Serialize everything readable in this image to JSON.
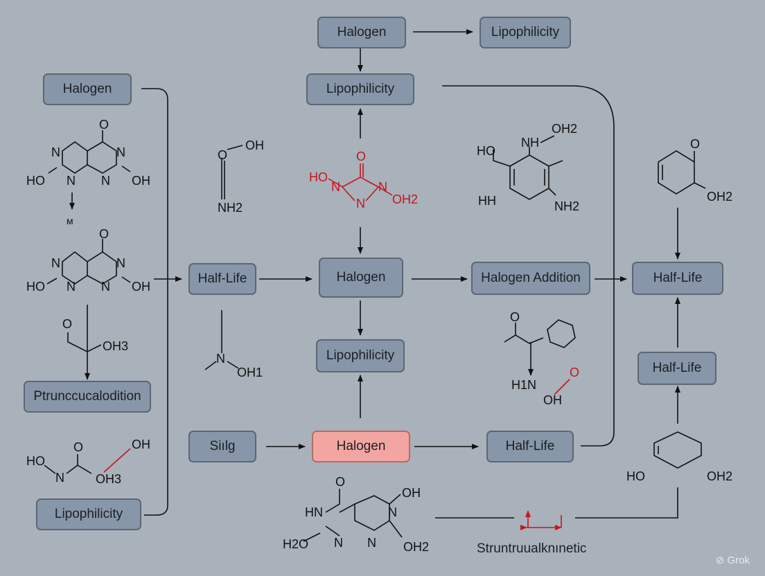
{
  "nodes": {
    "n_top_halogen": "Halogen",
    "n_top_lipo": "Lipophilicity",
    "n_lipo_2": "Lipophilicity",
    "n_left_halogen": "Halogen",
    "n_halflife_left": "Half-Life",
    "n_center_halogen": "Halogen",
    "n_halogen_addition": "Halogen Addition",
    "n_halflife_right": "Half-Life",
    "n_lipo_center": "Lipophilicity",
    "n_halflife_mid_right": "Half-Life",
    "n_left_bottom_box": "Ptrunccucalodition",
    "n_siilg": "Siılg",
    "n_halogen_highlight": "Halogen",
    "n_halflife_bottom": "Half-Life",
    "n_lipo_bottom_left": "Lipophilicity"
  },
  "caption": "Struntruualknınetic",
  "watermark": "Grok",
  "molecule_labels": {
    "m1": [
      "O",
      "N",
      "N",
      "HO",
      "N",
      "N",
      "OH"
    ],
    "m1_tag": "м",
    "m2": [
      "O",
      "N",
      "N",
      "HO",
      "N",
      "N",
      "OH"
    ],
    "m3": [
      "O",
      "OH3"
    ],
    "m4": [
      "HO",
      "N",
      "O",
      "OH",
      "OH3"
    ],
    "m5": [
      "O",
      "OH",
      "NH2"
    ],
    "m6": [
      "N",
      "OH1"
    ],
    "m7": [
      "HO",
      "N",
      "O",
      "N",
      "OH2",
      "N"
    ],
    "m8": [
      "HO",
      "NH",
      "OH2",
      "HH",
      "NH2"
    ],
    "m9": [
      "O",
      "H1N",
      "OH",
      "O"
    ],
    "m10": [
      "O",
      "OH2"
    ],
    "m11": [
      "HO",
      "OH2"
    ],
    "m12": [
      "O",
      "OH",
      "HN",
      "N",
      "H2O",
      "N",
      "N",
      "OH2"
    ]
  },
  "colors": {
    "background": "#a9b1bb",
    "node": "#8796a8",
    "node_highlight": "#f3a6a1",
    "accent_red": "#c8141c"
  }
}
